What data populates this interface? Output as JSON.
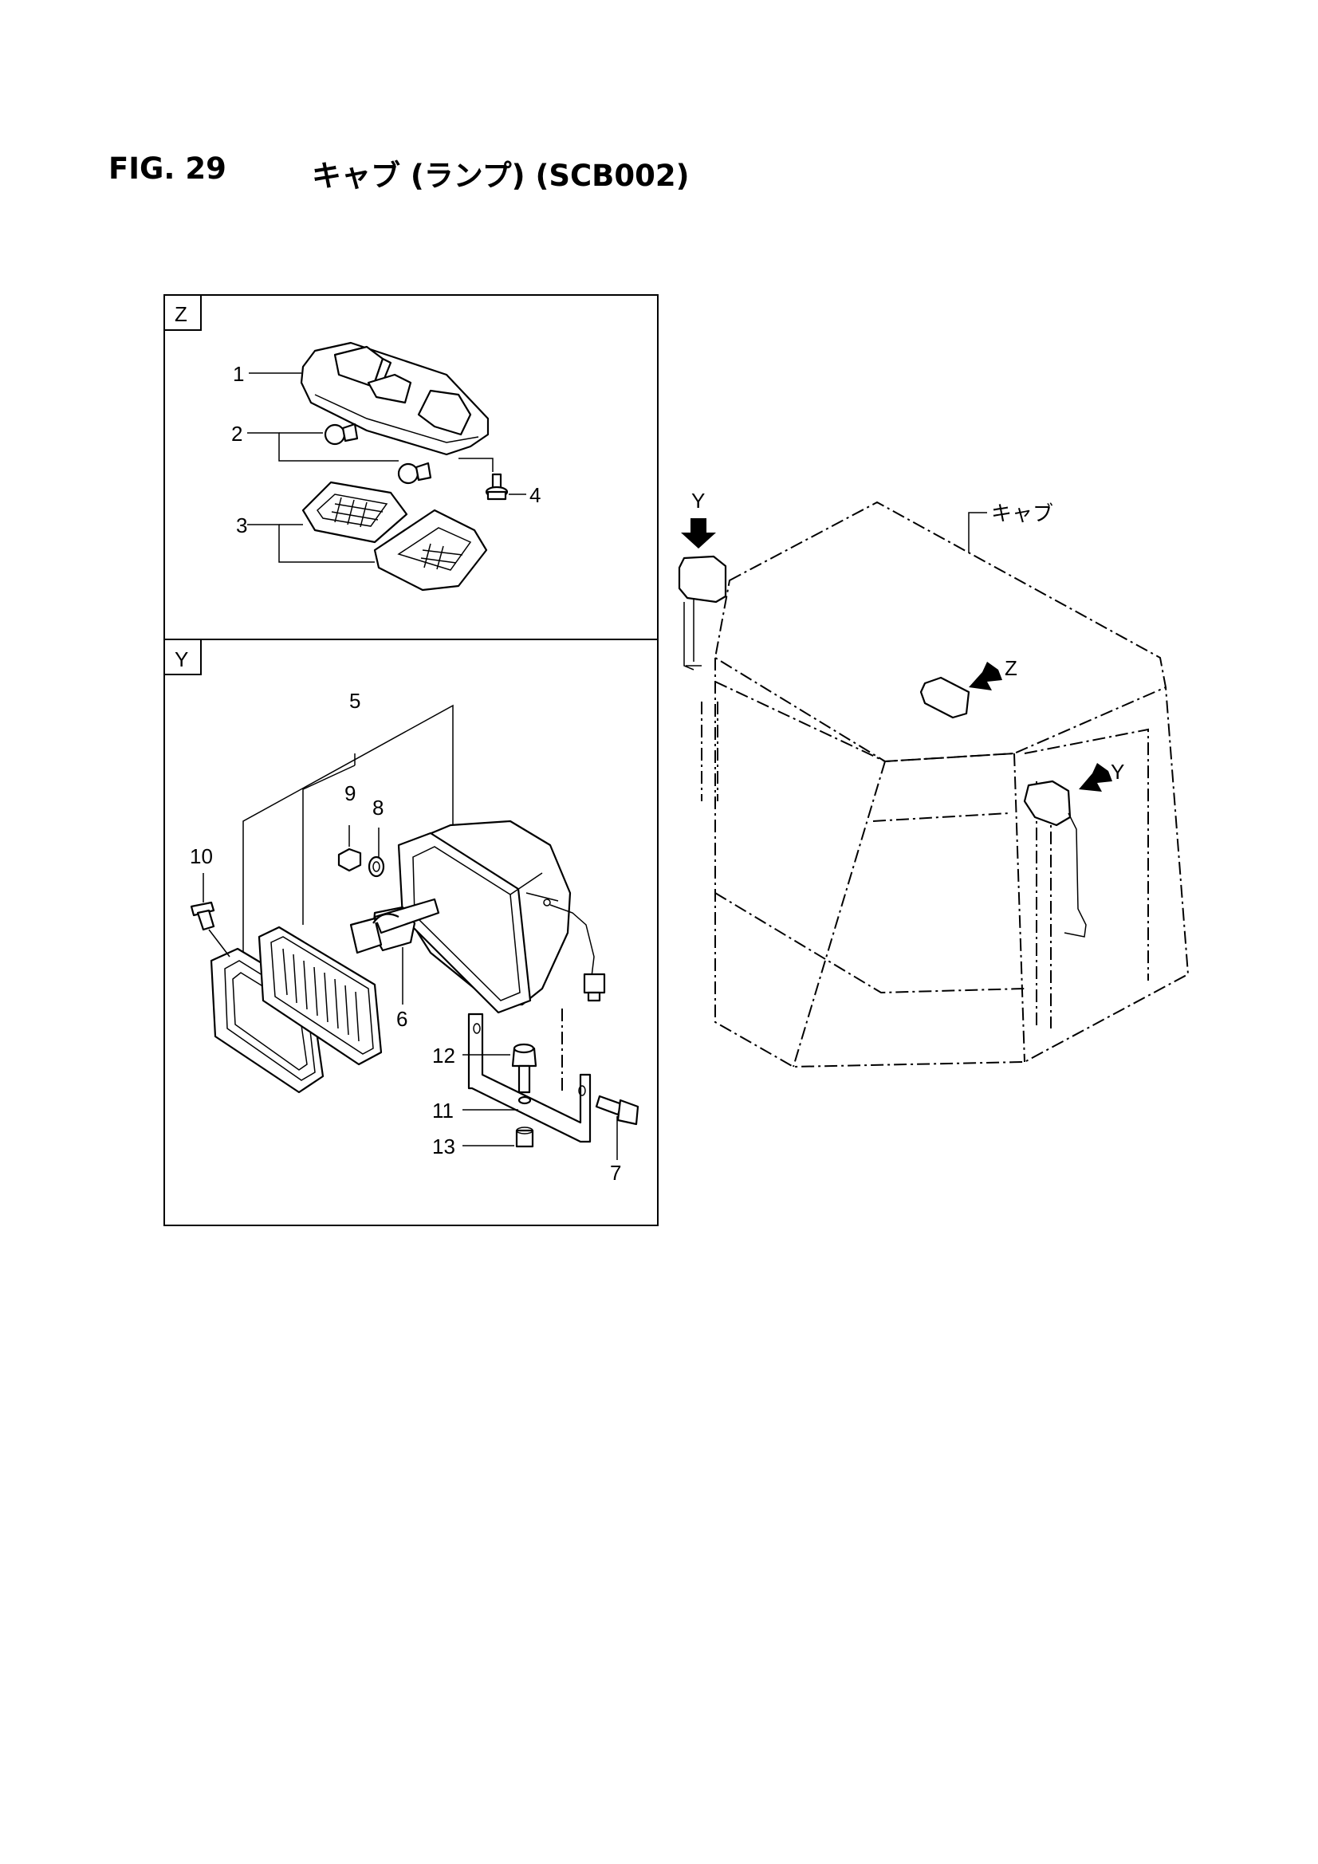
{
  "figure": {
    "number": "FIG. 29",
    "title": "キャブ (ランプ) (SCB002)"
  },
  "detail_boxes": [
    {
      "id": "Z",
      "label": "Z"
    },
    {
      "id": "Y",
      "label": "Y"
    }
  ],
  "callouts_z": [
    "1",
    "2",
    "3",
    "4"
  ],
  "callouts_y": [
    "5",
    "6",
    "7",
    "8",
    "9",
    "10",
    "11",
    "12",
    "13"
  ],
  "cab_view": {
    "cab_label": "キャブ",
    "arrow_labels": [
      "Y",
      "Z",
      "Y"
    ]
  }
}
